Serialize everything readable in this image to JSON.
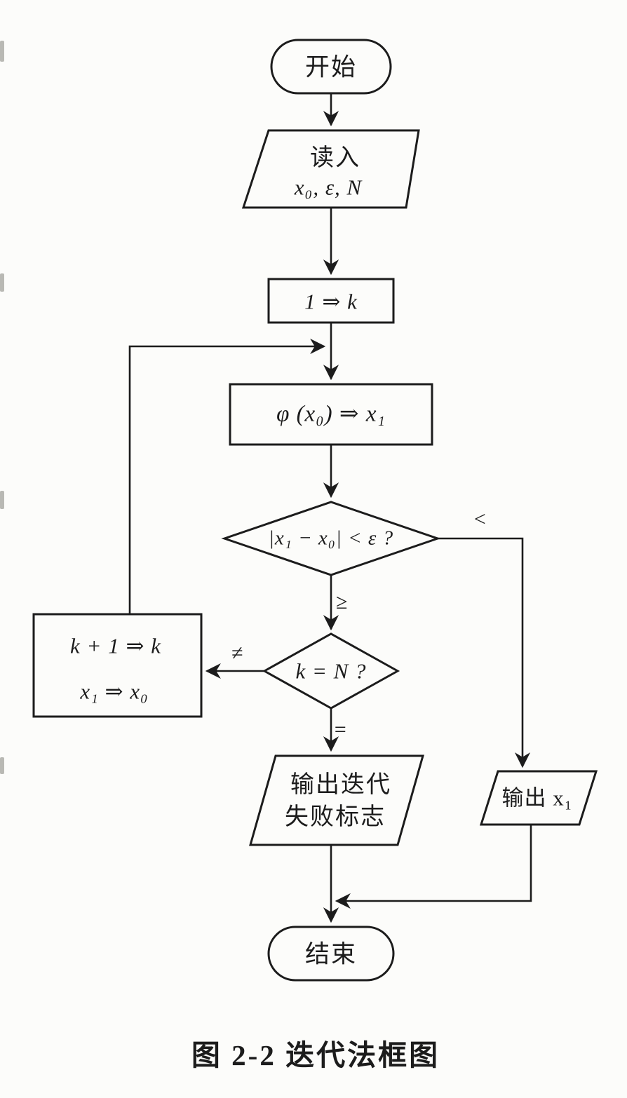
{
  "colors": {
    "paper": "#fcfcfa",
    "ink": "#1c1c1c"
  },
  "caption": "图 2-2  迭代法框图",
  "nodes": {
    "start": {
      "label": "开始"
    },
    "input": {
      "line1": "读入",
      "line2": "x₀, ε, N"
    },
    "init": {
      "label": "1 ⇒ k"
    },
    "iterate": {
      "label": "φ (x₀) ⇒ x₁"
    },
    "converge_test": {
      "label": "|x₁ − x₀| < ε ?"
    },
    "count_test": {
      "label": "k = N ?"
    },
    "update": {
      "line1": "k + 1 ⇒ k",
      "line2": "x₁ ⇒ x₀"
    },
    "fail_output": {
      "line1": "输出迭代",
      "line2": "失败标志"
    },
    "result_output": {
      "label": "输出 x₁"
    },
    "end": {
      "label": "结束"
    }
  },
  "edge_labels": {
    "less": "<",
    "greater_equal": "≥",
    "not_equal": "≠",
    "equal": "="
  }
}
